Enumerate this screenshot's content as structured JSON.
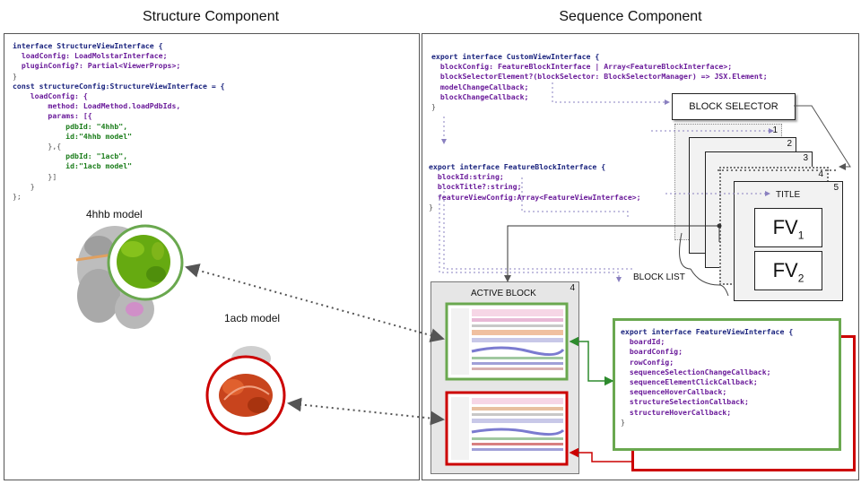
{
  "headings": {
    "structure": "Structure Component",
    "sequence": "Sequence Component"
  },
  "structure_code": [
    "interface StructureViewInterface {",
    "  loadConfig: LoadMolstarInterface;",
    "  pluginConfig?: Partial<ViewerProps>;",
    "}",
    "const structureConfig:StructureViewInterface = {",
    "    loadConfig: {",
    "        method: LoadMethod.loadPdbIds,",
    "        params: [{",
    "            pdbId: \"4hhb\",",
    "            id:\"4hhb model\"",
    "        },{",
    "            pdbId: \"1acb\",",
    "            id:\"1acb model\"",
    "        }]",
    "    }",
    "};"
  ],
  "custom_view_code": [
    "export interface CustomViewInterface {",
    "  blockConfig: FeatureBlockInterface | Array<FeatureBlockInterface>;",
    "  blockSelectorElement?(blockSelector: BlockSelectorManager) => JSX.Element;",
    "  modelChangeCallback;",
    "  blockChangeCallback;",
    "}"
  ],
  "feature_block_code": [
    "export interface FeatureBlockInterface {",
    "  blockId:string;",
    "  blockTitle?:string;",
    "  featureViewConfig:Array<FeatureViewInterface>;",
    "}"
  ],
  "feature_view_code": [
    "export interface FeatureViewInterface {",
    "  boardId;",
    "  boardConfig;",
    "  rowConfig;",
    "  sequenceSelectionChangeCallback;",
    "  sequenceElementClickCallback;",
    "  sequenceHoverCallback;",
    "  structureSelectionCallback;",
    "  structureHoverCallback;",
    "}"
  ],
  "labels": {
    "model_4hhb": "4hhb model",
    "model_1acb": "1acb model",
    "block_selector": "BLOCK SELECTOR",
    "block_list": "BLOCK LIST",
    "active_block": "ACTIVE BLOCK",
    "active_block_num": "4",
    "title": "TITLE",
    "fv": "FV",
    "fv1_sub": "1",
    "fv2_sub": "2",
    "card_numbers": [
      "1",
      "2",
      "3",
      "4",
      "5"
    ]
  },
  "colors": {
    "green": "#6aa84f",
    "red": "#cc0000",
    "panel_gray": "#e6e6e6"
  }
}
